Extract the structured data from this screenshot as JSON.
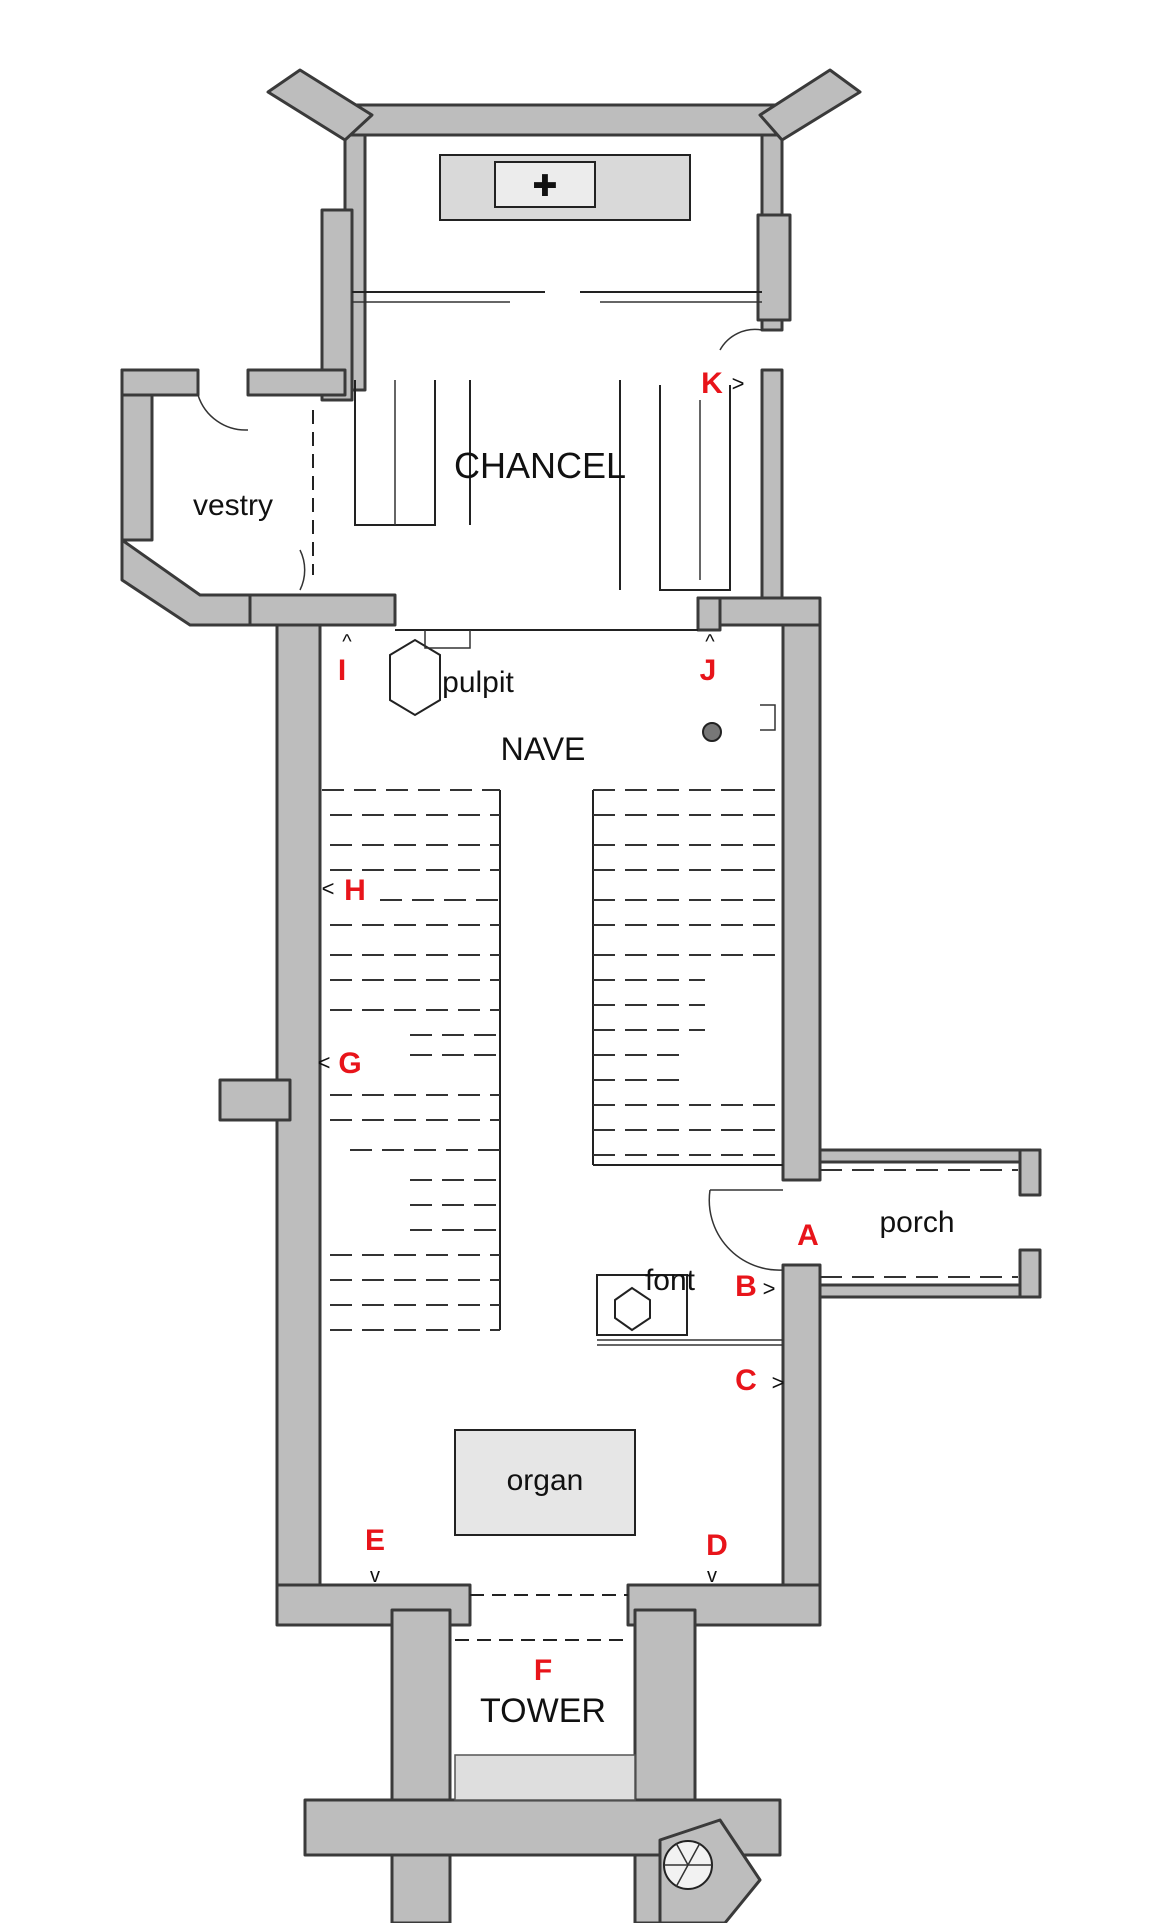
{
  "rooms": {
    "chancel": "CHANCEL",
    "vestry": "vestry",
    "pulpit": "pulpit",
    "nave": "NAVE",
    "porch": "porch",
    "font": "font",
    "organ": "organ",
    "tower": "TOWER"
  },
  "markers": {
    "a": "A",
    "b": "B",
    "c": "C",
    "d": "D",
    "e": "E",
    "f": "F",
    "g": "G",
    "h": "H",
    "i": "I",
    "j": "J",
    "k": "K"
  },
  "colors": {
    "marker": "#e8141a",
    "wall": "#bdbdbd",
    "wall_outline": "#3a3a3a",
    "organ_box": "#e6e6e6",
    "altar": "#d9d9d9"
  }
}
